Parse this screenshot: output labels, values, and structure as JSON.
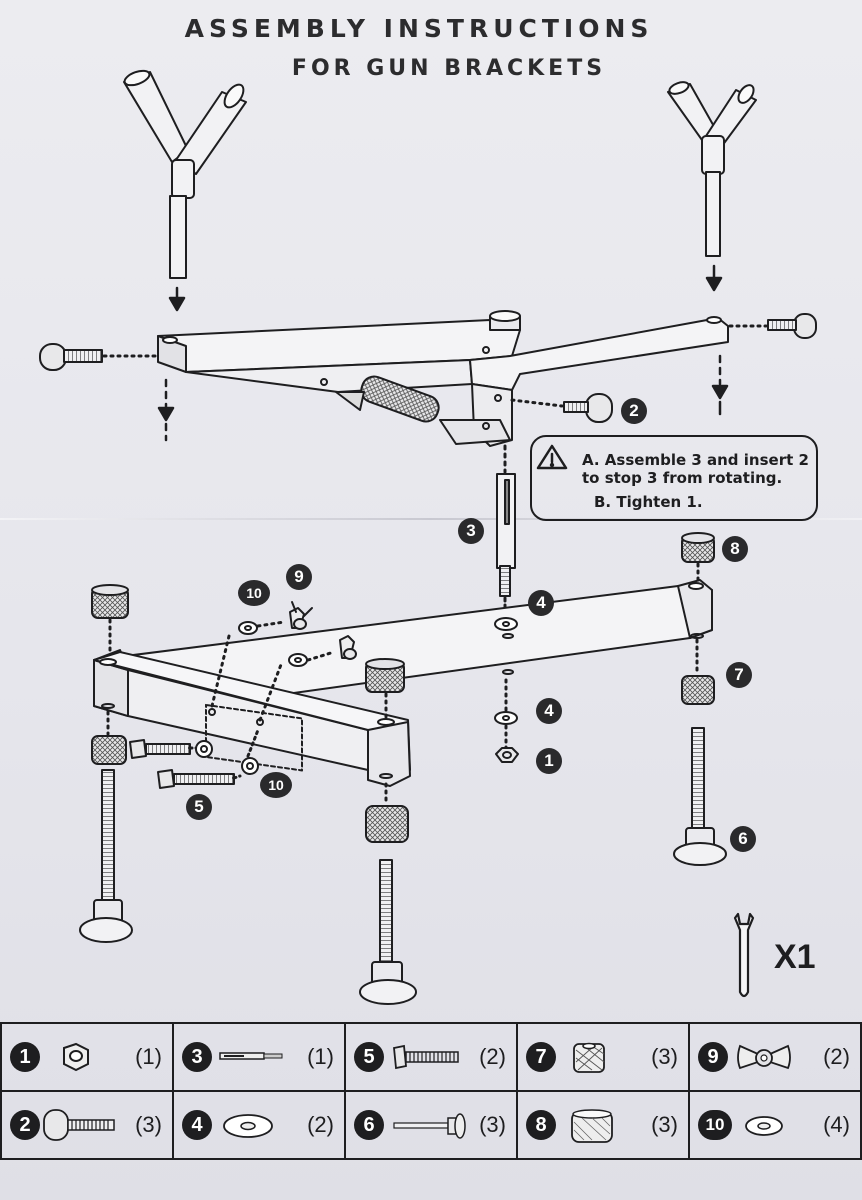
{
  "title": {
    "line1": "ASSEMBLY INSTRUCTIONS",
    "line2": "FOR GUN BRACKETS"
  },
  "warning": {
    "icon": "warning-triangle-icon",
    "line_a1": "A. Assemble 3 and insert 2",
    "line_a2": "to stop 3 from rotating.",
    "line_b": "B. Tighten 1."
  },
  "callouts": {
    "c1": "1",
    "c2": "2",
    "c3": "3",
    "c4a": "4",
    "c4b": "4",
    "c5": "5",
    "c6": "6",
    "c7": "7",
    "c8": "8",
    "c9": "9",
    "c10a": "10",
    "c10b": "10"
  },
  "tool": {
    "icon": "wrench-icon",
    "qty": "X1"
  },
  "parts": [
    {
      "num": "1",
      "icon": "hex-nut-icon",
      "qty": "(1)"
    },
    {
      "num": "3",
      "icon": "threaded-rod-icon",
      "qty": "(1)"
    },
    {
      "num": "5",
      "icon": "hex-bolt-icon",
      "qty": "(2)"
    },
    {
      "num": "7",
      "icon": "knurled-spacer-icon",
      "qty": "(3)"
    },
    {
      "num": "9",
      "icon": "wing-nut-icon",
      "qty": "(2)"
    },
    {
      "num": "2",
      "icon": "thumb-screw-icon",
      "qty": "(3)"
    },
    {
      "num": "4",
      "icon": "washer-icon",
      "qty": "(2)"
    },
    {
      "num": "6",
      "icon": "adjustable-foot-icon",
      "qty": "(3)"
    },
    {
      "num": "8",
      "icon": "knurled-cap-icon",
      "qty": "(3)"
    },
    {
      "num": "10",
      "icon": "small-washer-icon",
      "qty": "(4)"
    }
  ]
}
